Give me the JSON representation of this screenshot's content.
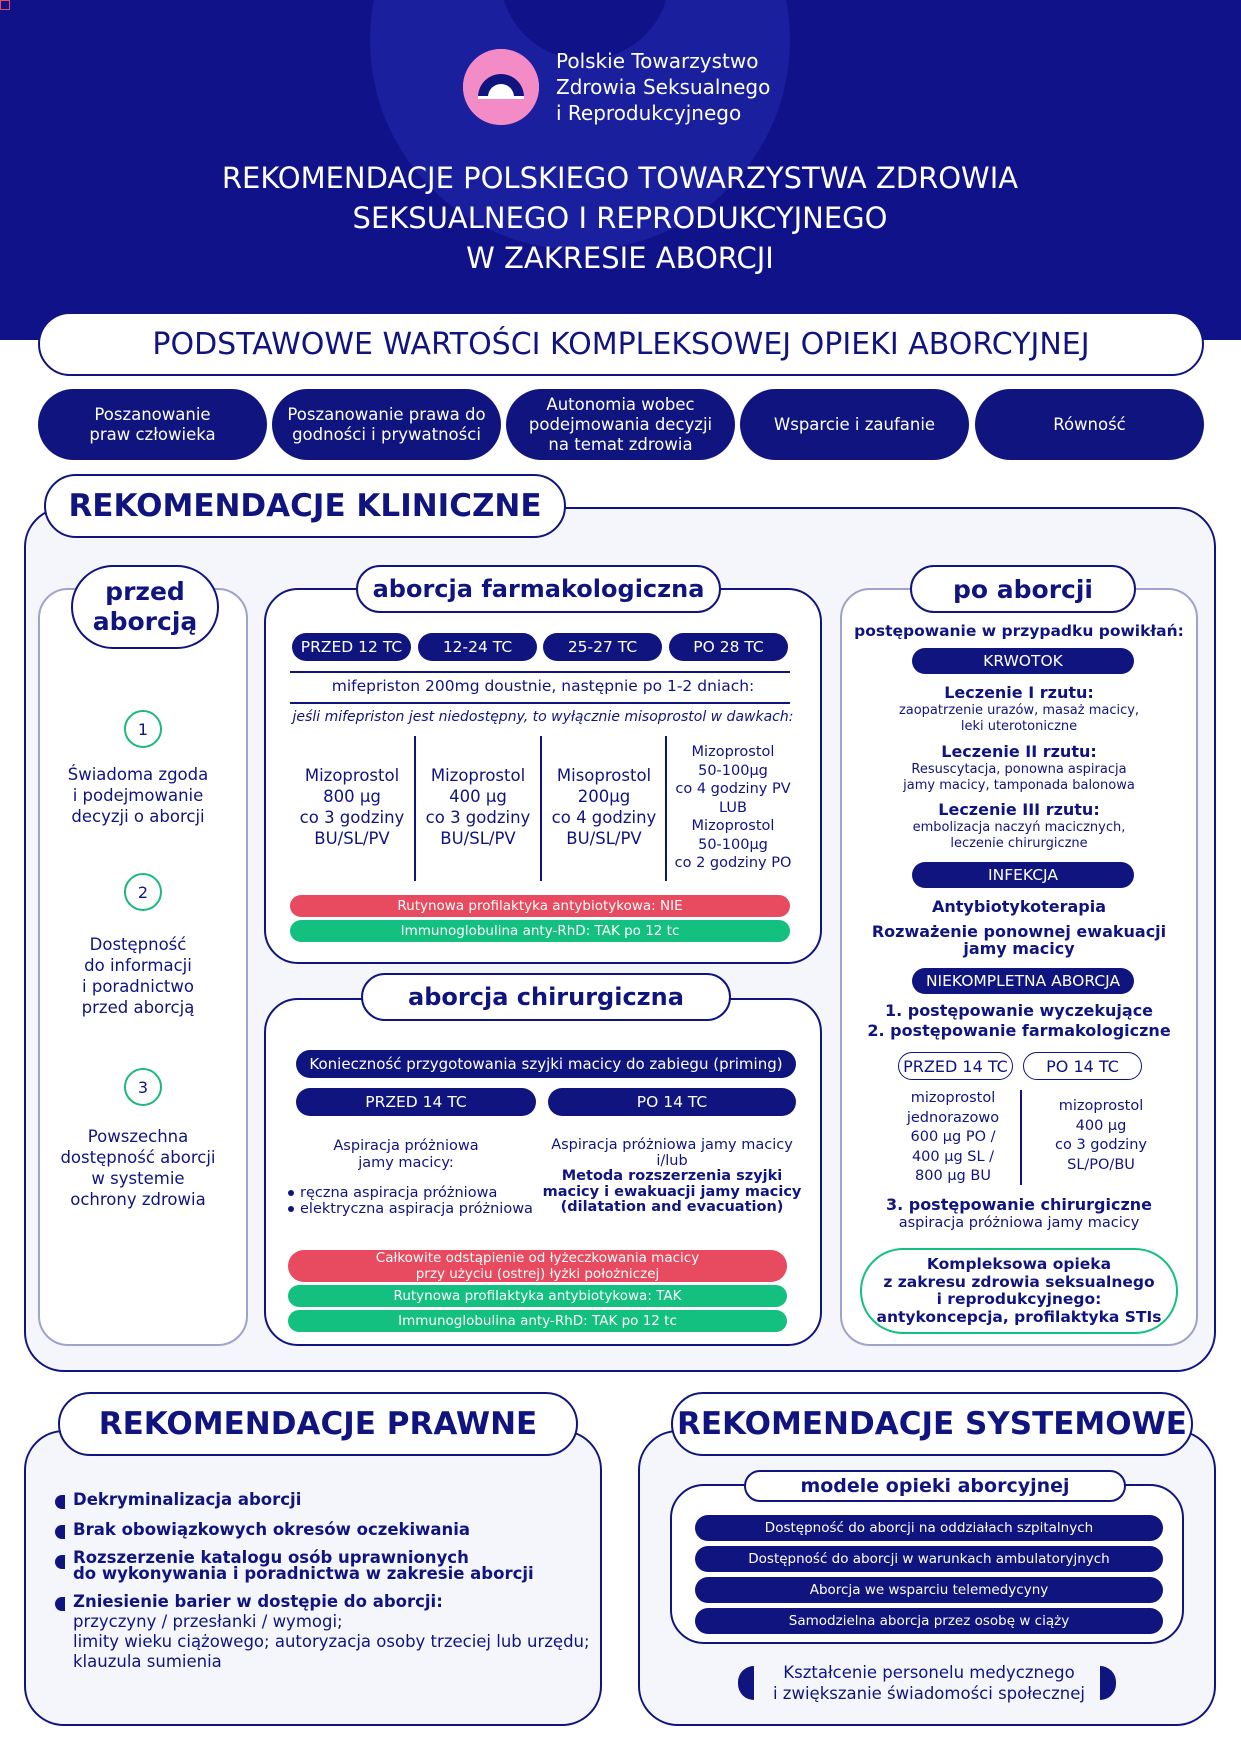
{
  "header": {
    "org_name_1": "Polskie Towarzystwo",
    "org_name_2": "Zdrowia Seksualnego",
    "org_name_3": "i Reprodukcyjnego",
    "title_1": "REKOMENDACJE POLSKIEGO TOWARZYSTWA ZDROWIA",
    "title_2": "SEKSUALNEGO I REPRODUKCYJNEGO",
    "title_3": "W ZAKRESIE ABORCJI"
  },
  "values": {
    "title": "PODSTAWOWE WARTOŚCI KOMPLEKSOWEJ OPIEKI ABORCYJNEJ",
    "items": [
      [
        "Poszanowanie",
        "praw człowieka"
      ],
      [
        "Poszanowanie prawa do",
        "godności i prywatności"
      ],
      [
        "Autonomia wobec",
        "podejmowania decyzji",
        "na temat zdrowia"
      ],
      [
        "Wsparcie i zaufanie"
      ],
      [
        "Równość"
      ]
    ]
  },
  "clinical": {
    "title": "REKOMENDACJE KLINICZNE",
    "before": {
      "title_1": "przed",
      "title_2": "aborcją",
      "items": [
        {
          "num": "1",
          "lines": [
            "Świadoma zgoda",
            "i podejmowanie",
            "decyzji o aborcji"
          ]
        },
        {
          "num": "2",
          "lines": [
            "Dostępność",
            "do informacji",
            "i poradnictwo",
            "przed aborcją"
          ]
        },
        {
          "num": "3",
          "lines": [
            "Powszechna",
            "dostępność aborcji",
            "w systemie",
            "ochrony zdrowia"
          ]
        }
      ]
    },
    "pharma": {
      "title": "aborcja farmakologiczna",
      "stages": [
        "PRZED 12 TC",
        "12-24 TC",
        "25-27 TC",
        "PO 28 TC"
      ],
      "line1": "mifepriston 200mg doustnie, następnie po 1-2 dniach:",
      "line2": "jeśli mifepriston jest niedostępny, to wyłącznie misoprostol w dawkach:",
      "doses": [
        [
          "Mizoprostol",
          "800 µg",
          "co 3 godziny",
          "BU/SL/PV"
        ],
        [
          "Mizoprostol",
          "400 µg",
          "co 3 godziny",
          "BU/SL/PV"
        ],
        [
          "Misoprostol",
          "200µg",
          "co 4 godziny",
          "BU/SL/PV"
        ],
        [
          "Mizoprostol",
          "50-100µg",
          "co 4 godziny PV",
          "LUB",
          "Mizoprostol",
          "50-100µg",
          "co 2 godziny PO"
        ]
      ],
      "red_bar": "Rutynowa profilaktyka antybiotykowa: NIE",
      "green_bar": "Immunoglobulina anty-RhD: TAK po 12 tc"
    },
    "surgical": {
      "title": "aborcja chirurgiczna",
      "priming": "Konieczność przygotowania szyjki macicy do zabiegu (priming)",
      "stage_before": "PRZED 14 TC",
      "stage_after": "PO 14 TC",
      "before_lines": [
        "Aspiracja próżniowa",
        "jamy macicy:"
      ],
      "before_bullets": [
        "ręczna aspiracja próżniowa",
        "elektryczna aspiracja próżniowa"
      ],
      "after_lines": [
        "Aspiracja próżniowa jamy macicy",
        "i/lub",
        "Metoda rozszerzenia szyjki",
        "macicy i ewakuacji jamy macicy",
        "(dilatation and evacuation)"
      ],
      "red_bar_1": "Całkowite odstąpienie od łyżeczkowania macicy",
      "red_bar_2": "przy użyciu (ostrej) łyżki położniczej",
      "green_bar_1": "Rutynowa profilaktyka antybiotykowa: TAK",
      "green_bar_2": "Immunoglobulina anty-RhD: TAK po 12 tc"
    },
    "after": {
      "title": "po aborcji",
      "intro": "postępowanie w przypadku powikłań:",
      "bleeding": "KRWOTOK",
      "l1_head": "Leczenie I rzutu:",
      "l1_text": [
        "zaopatrzenie urazów, masaż macicy,",
        "leki uterotoniczne"
      ],
      "l2_head": "Leczenie II rzutu:",
      "l2_text": [
        "Resuscytacja, ponowna aspiracja",
        "jamy macicy, tamponada balonowa"
      ],
      "l3_head": "Leczenie III rzutu:",
      "l3_text": [
        "embolizacja naczyń macicznych,",
        "leczenie chirurgiczne"
      ],
      "infection": "INFEKCJA",
      "inf_1": "Antybiotykoterapia",
      "inf_2": [
        "Rozważenie ponownej ewakuacji",
        "jamy macicy"
      ],
      "incomplete": "NIEKOMPLETNA ABORCJA",
      "inc_1": "1. postępowanie wyczekujące",
      "inc_2": "2. postępowanie farmakologiczne",
      "stage_before": "PRZED 14 TC",
      "stage_after": "PO 14 TC",
      "dose_before": [
        "mizoprostol",
        "jednorazowo",
        "600 µg PO /",
        "400 µg SL /",
        "800 µg BU"
      ],
      "dose_after": [
        "mizoprostol",
        "400 µg",
        "co 3 godziny",
        "SL/PO/BU"
      ],
      "inc_3": "3. postępowanie chirurgiczne",
      "inc_3_sub": "aspiracja próżniowa jamy macicy",
      "care": [
        "Kompleksowa opieka",
        "z zakresu zdrowia seksualnego",
        "i reprodukcyjnego:",
        "antykoncepcja, profilaktyka STIs"
      ]
    }
  },
  "legal": {
    "title": "REKOMENDACJE PRAWNE",
    "items": [
      {
        "lines": [
          "Dekryminalizacja aborcji"
        ]
      },
      {
        "lines": [
          "Brak obowiązkowych okresów oczekiwania"
        ]
      },
      {
        "lines": [
          "Rozszerzenie katalogu osób uprawnionych",
          "do wykonywania i poradnictwa w zakresie aborcji"
        ]
      },
      {
        "lines": [
          "Zniesienie barier w dostępie do aborcji:"
        ],
        "sub": [
          "przyczyny / przesłanki / wymogi;",
          "limity wieku ciążowego; autoryzacja osoby trzeciej lub urzędu;",
          "klauzula sumienia"
        ]
      }
    ]
  },
  "systemic": {
    "title": "REKOMENDACJE SYSTEMOWE",
    "models_title": "modele opieki aborcyjnej",
    "models": [
      "Dostępność do aborcji na oddziałach szpitalnych",
      "Dostępność do aborcji w warunkach ambulatoryjnych",
      "Aborcja we wsparciu telemedycyny",
      "Samodzielna aborcja przez osobę w ciąży"
    ],
    "education": [
      "Kształcenie personelu medycznego",
      "i zwiększanie świadomości społecznej"
    ]
  },
  "colors": {
    "navy": "#10147f",
    "pink": "#f38bc6",
    "green": "#14c07f",
    "red": "#e84a5f"
  }
}
